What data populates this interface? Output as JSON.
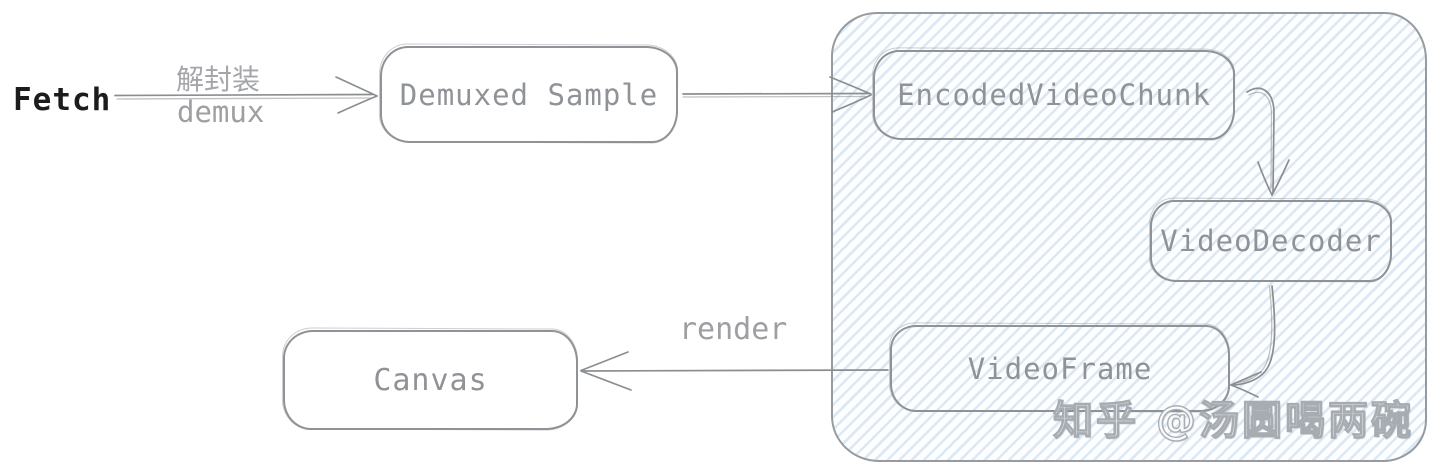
{
  "diagram": {
    "title_hint": "WebCodecs video decode pipeline flow",
    "nodes": {
      "fetch": "Fetch",
      "demuxed_sample": "Demuxed Sample",
      "encoded_video_chunk": "EncodedVideoChunk",
      "video_decoder": "VideoDecoder",
      "video_frame": "VideoFrame",
      "canvas": "Canvas"
    },
    "edges": [
      {
        "from": "fetch",
        "to": "demuxed_sample",
        "label_zh": "解封装",
        "label_en": "demux"
      },
      {
        "from": "demuxed_sample",
        "to": "encoded_video_chunk",
        "label": ""
      },
      {
        "from": "encoded_video_chunk",
        "to": "video_decoder",
        "label": ""
      },
      {
        "from": "video_decoder",
        "to": "video_frame",
        "label": ""
      },
      {
        "from": "video_frame",
        "to": "canvas",
        "label": "render"
      }
    ],
    "edge_labels": {
      "demux_zh": "解封装",
      "demux_en": "demux",
      "render": "render"
    },
    "watermark": "知乎 @汤圆喝两碗",
    "colors": {
      "background": "#ffffff",
      "node_border": "#8f9296",
      "node_text": "#8f9296",
      "fetch_text": "#1c1c1e",
      "edge_label_text": "#9d9fa2",
      "arrow_stroke": "#8b8e91",
      "container_border": "#989b9e",
      "container_hatch": "#a7c7e2",
      "watermark_outline": "#a7acb2"
    }
  }
}
